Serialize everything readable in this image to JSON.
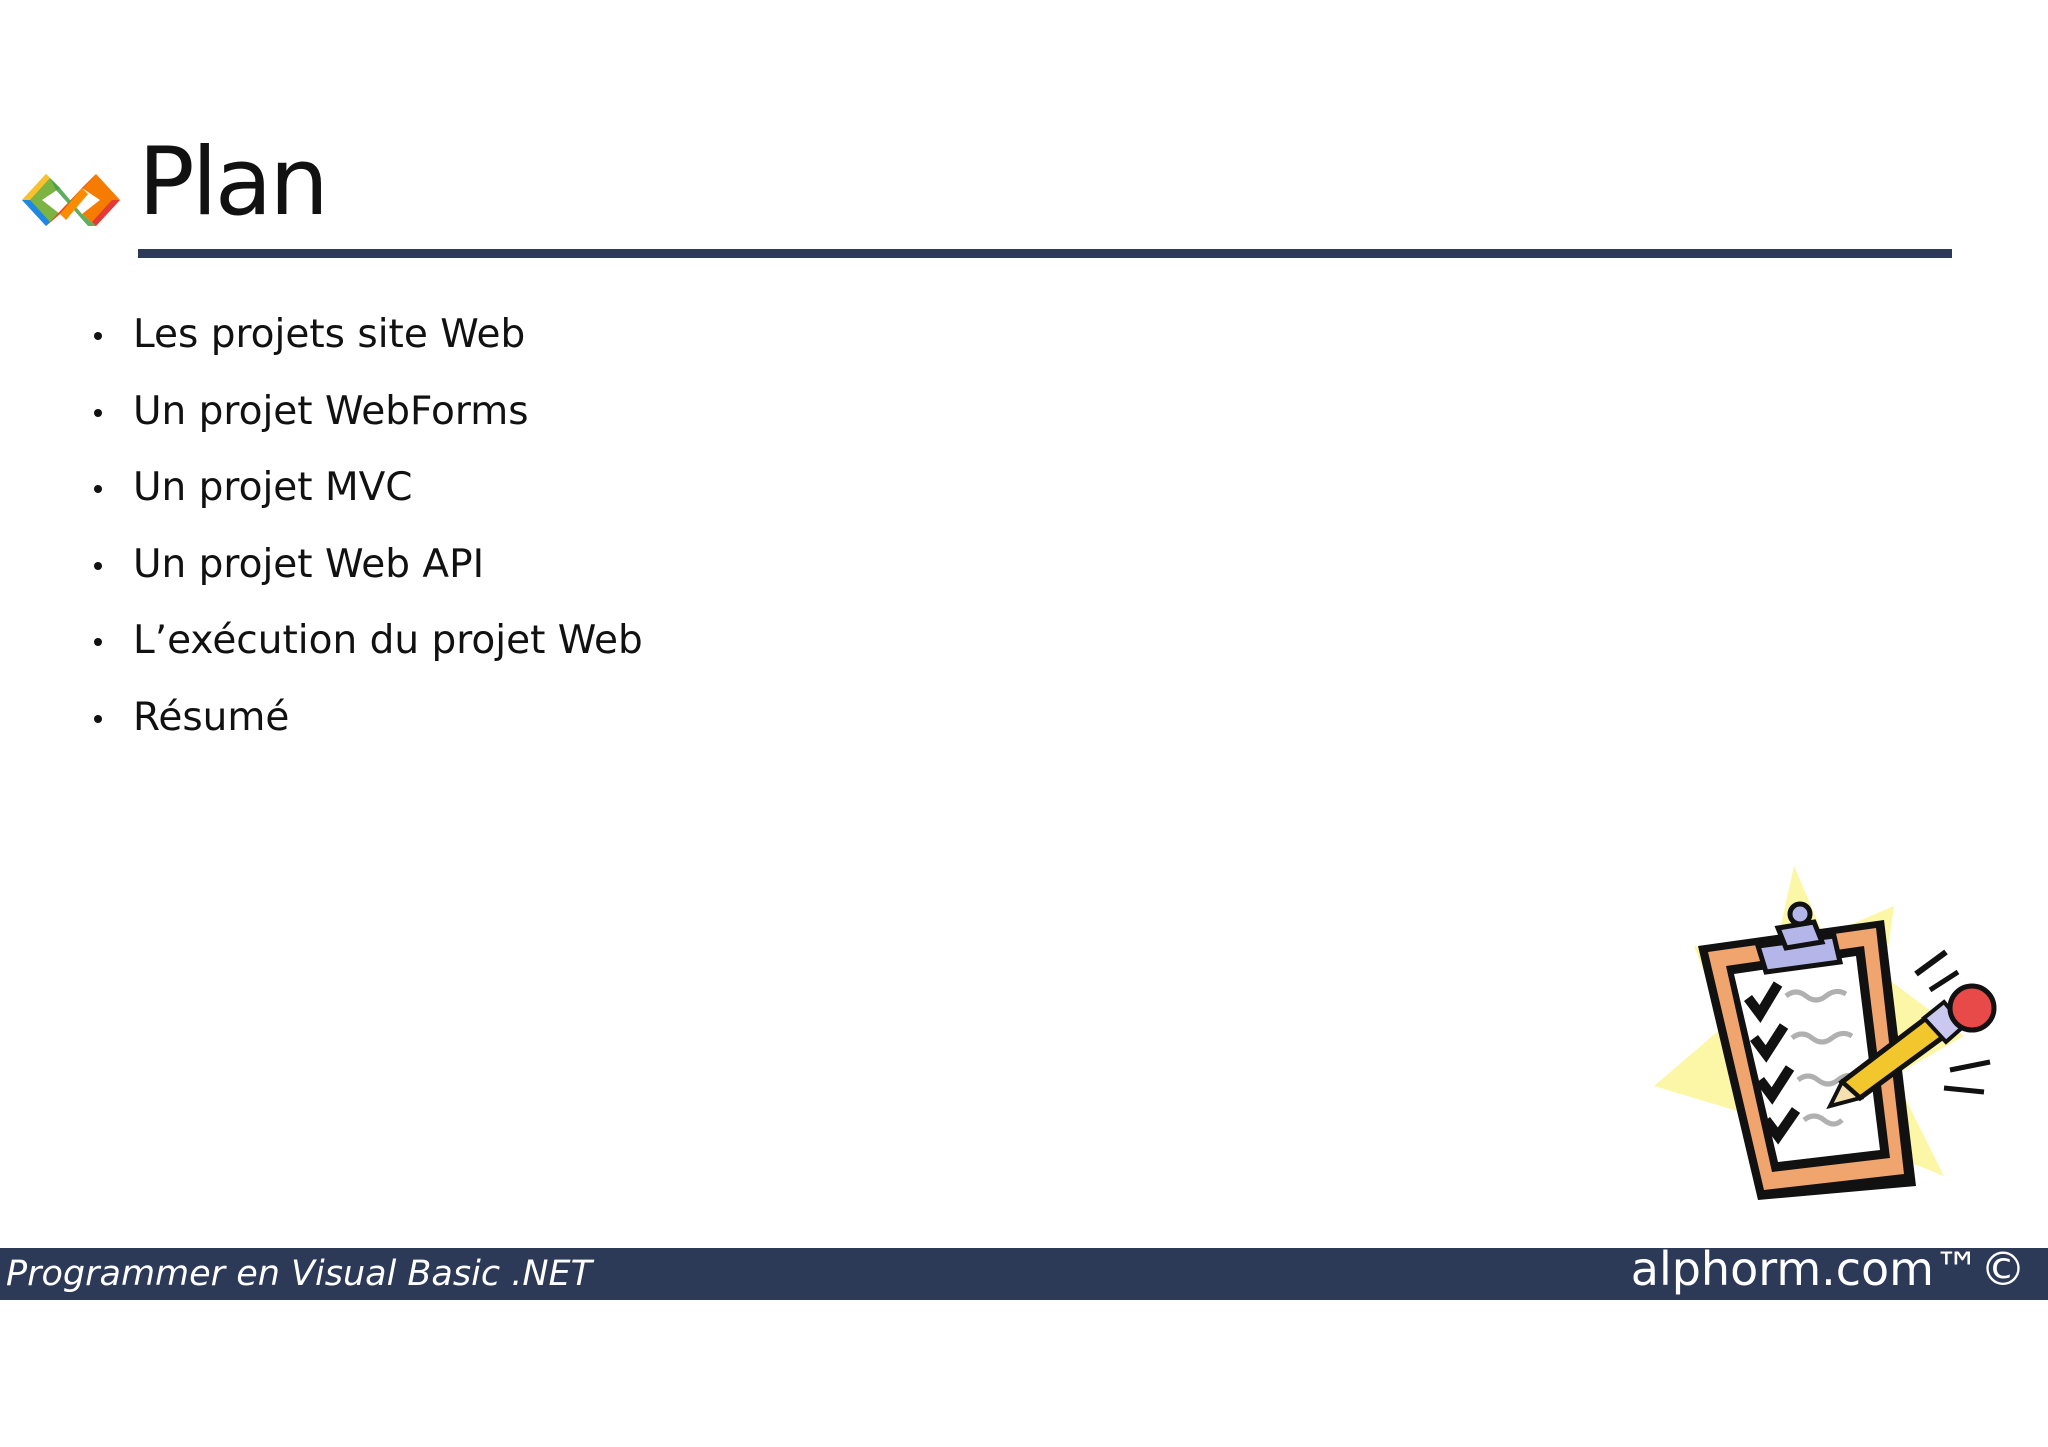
{
  "slide": {
    "title": "Plan",
    "logo_icon": "visual-studio-logo-icon",
    "rule_color": "#2c3a57"
  },
  "outline": {
    "items": [
      {
        "label": "Les projets site Web"
      },
      {
        "label": "Un projet WebForms"
      },
      {
        "label": "Un projet MVC"
      },
      {
        "label": "Un projet Web API"
      },
      {
        "label": "L’exécution du projet Web"
      },
      {
        "label": "Résumé"
      }
    ]
  },
  "illustration": {
    "icon": "clipboard-checklist-icon"
  },
  "footer": {
    "course": "Programmer en Visual Basic .NET",
    "brand": "alphorm.com™©",
    "background": "#2c3a57"
  }
}
